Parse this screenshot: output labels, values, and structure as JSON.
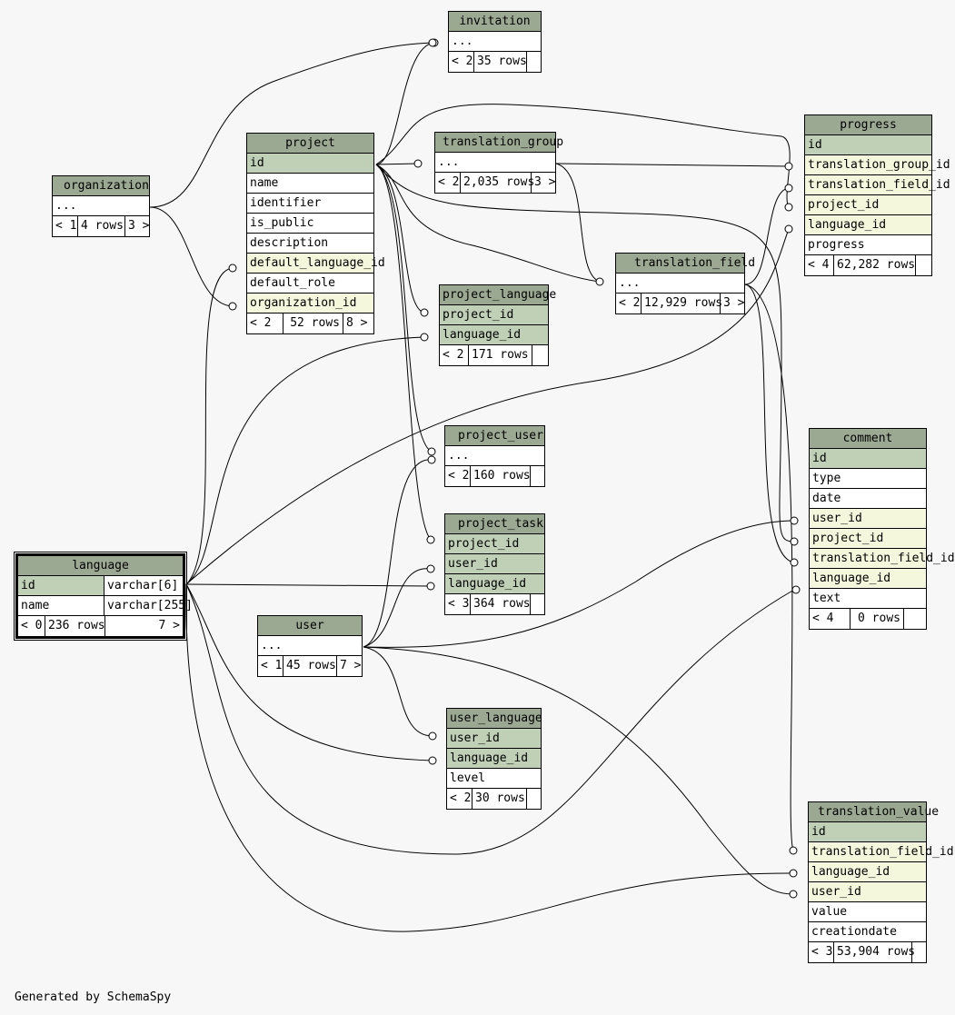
{
  "diagram": {
    "generator_label": "Generated by SchemaSpy",
    "colors": {
      "background": "#f7f7f7",
      "header": "#9ba992",
      "primary_key": "#bfd0b6",
      "foreign_key": "#f4f7dc",
      "column": "#ffffff"
    },
    "tables": {
      "invitation": {
        "name": "invitation",
        "rows": [
          {
            "label": "...",
            "kind": "plain"
          }
        ],
        "footer": {
          "parents": "< 2",
          "row_count": "35 rows",
          "children": ""
        }
      },
      "project": {
        "name": "project",
        "rows": [
          {
            "label": "id",
            "kind": "pk"
          },
          {
            "label": "name",
            "kind": "plain"
          },
          {
            "label": "identifier",
            "kind": "plain"
          },
          {
            "label": "is_public",
            "kind": "plain"
          },
          {
            "label": "description",
            "kind": "plain"
          },
          {
            "label": "default_language_id",
            "kind": "fk"
          },
          {
            "label": "default_role",
            "kind": "plain"
          },
          {
            "label": "organization_id",
            "kind": "fk"
          }
        ],
        "footer": {
          "parents": "< 2",
          "row_count": "52 rows",
          "children": "8 >"
        }
      },
      "translation_group": {
        "name": "translation_group",
        "rows": [
          {
            "label": "...",
            "kind": "plain"
          }
        ],
        "footer": {
          "parents": "< 2",
          "row_count": "2,035 rows",
          "children": "3 >"
        }
      },
      "progress": {
        "name": "progress",
        "rows": [
          {
            "label": "id",
            "kind": "pk"
          },
          {
            "label": "translation_group_id",
            "kind": "fk"
          },
          {
            "label": "translation_field_id",
            "kind": "fk"
          },
          {
            "label": "project_id",
            "kind": "fk"
          },
          {
            "label": "language_id",
            "kind": "fk"
          },
          {
            "label": "progress",
            "kind": "plain"
          }
        ],
        "footer": {
          "parents": "< 4",
          "row_count": "62,282 rows",
          "children": ""
        }
      },
      "organization": {
        "name": "organization",
        "rows": [
          {
            "label": "...",
            "kind": "plain"
          }
        ],
        "footer": {
          "parents": "< 1",
          "row_count": "4 rows",
          "children": "3 >"
        }
      },
      "translation_field": {
        "name": "translation_field",
        "rows": [
          {
            "label": "...",
            "kind": "plain"
          }
        ],
        "footer": {
          "parents": "< 2",
          "row_count": "12,929 rows",
          "children": "3 >"
        }
      },
      "project_language": {
        "name": "project_language",
        "rows": [
          {
            "label": "project_id",
            "kind": "pk"
          },
          {
            "label": "language_id",
            "kind": "pk"
          }
        ],
        "footer": {
          "parents": "< 2",
          "row_count": "171 rows",
          "children": ""
        }
      },
      "project_user": {
        "name": "project_user",
        "rows": [
          {
            "label": "...",
            "kind": "plain"
          }
        ],
        "footer": {
          "parents": "< 2",
          "row_count": "160 rows",
          "children": ""
        }
      },
      "project_task": {
        "name": "project_task",
        "rows": [
          {
            "label": "project_id",
            "kind": "pk"
          },
          {
            "label": "user_id",
            "kind": "pk"
          },
          {
            "label": "language_id",
            "kind": "pk"
          }
        ],
        "footer": {
          "parents": "< 3",
          "row_count": "364 rows",
          "children": ""
        }
      },
      "comment": {
        "name": "comment",
        "rows": [
          {
            "label": "id",
            "kind": "pk"
          },
          {
            "label": "type",
            "kind": "plain"
          },
          {
            "label": "date",
            "kind": "plain"
          },
          {
            "label": "user_id",
            "kind": "fk"
          },
          {
            "label": "project_id",
            "kind": "fk"
          },
          {
            "label": "translation_field_id",
            "kind": "fk"
          },
          {
            "label": "language_id",
            "kind": "fk"
          },
          {
            "label": "text",
            "kind": "plain"
          }
        ],
        "footer": {
          "parents": "< 4",
          "row_count": "0 rows",
          "children": ""
        }
      },
      "language": {
        "name": "language",
        "rows": [
          {
            "label": "id",
            "type": "varchar[6]",
            "kind": "pk"
          },
          {
            "label": "name",
            "type": "varchar[255]",
            "kind": "plain"
          }
        ],
        "footer": {
          "parents": "< 0",
          "row_count": "236 rows",
          "children": "7 >"
        }
      },
      "user": {
        "name": "user",
        "rows": [
          {
            "label": "...",
            "kind": "plain"
          }
        ],
        "footer": {
          "parents": "< 1",
          "row_count": "45 rows",
          "children": "7 >"
        }
      },
      "user_language": {
        "name": "user_language",
        "rows": [
          {
            "label": "user_id",
            "kind": "pk"
          },
          {
            "label": "language_id",
            "kind": "pk"
          },
          {
            "label": "level",
            "kind": "plain"
          }
        ],
        "footer": {
          "parents": "< 2",
          "row_count": "30 rows",
          "children": ""
        }
      },
      "translation_value": {
        "name": "translation_value",
        "rows": [
          {
            "label": "id",
            "kind": "pk"
          },
          {
            "label": "translation_field_id",
            "kind": "fk"
          },
          {
            "label": "language_id",
            "kind": "fk"
          },
          {
            "label": "user_id",
            "kind": "fk"
          },
          {
            "label": "value",
            "kind": "plain"
          },
          {
            "label": "creationdate",
            "kind": "plain"
          }
        ],
        "footer": {
          "parents": "< 3",
          "row_count": "53,904 rows",
          "children": ""
        }
      }
    },
    "relationships": [
      {
        "from": "organization",
        "to": "invitation"
      },
      {
        "from": "organization",
        "to": "project.organization_id"
      },
      {
        "from": "project",
        "to": "invitation"
      },
      {
        "from": "project",
        "to": "translation_group"
      },
      {
        "from": "project",
        "to": "translation_field"
      },
      {
        "from": "project",
        "to": "progress.project_id"
      },
      {
        "from": "project",
        "to": "project_language.project_id"
      },
      {
        "from": "project",
        "to": "project_user"
      },
      {
        "from": "project",
        "to": "project_task.project_id"
      },
      {
        "from": "project",
        "to": "comment.project_id"
      },
      {
        "from": "translation_group",
        "to": "progress.translation_group_id"
      },
      {
        "from": "translation_group",
        "to": "translation_field"
      },
      {
        "from": "translation_field",
        "to": "progress.translation_field_id"
      },
      {
        "from": "translation_field",
        "to": "comment.translation_field_id"
      },
      {
        "from": "translation_field",
        "to": "translation_value.translation_field_id"
      },
      {
        "from": "language",
        "to": "project.default_language_id"
      },
      {
        "from": "language",
        "to": "project_language.language_id"
      },
      {
        "from": "language",
        "to": "progress.language_id"
      },
      {
        "from": "language",
        "to": "project_task.language_id"
      },
      {
        "from": "language",
        "to": "user_language.language_id"
      },
      {
        "from": "language",
        "to": "comment.language_id"
      },
      {
        "from": "language",
        "to": "translation_value.language_id"
      },
      {
        "from": "user",
        "to": "project_user"
      },
      {
        "from": "user",
        "to": "project_task.user_id"
      },
      {
        "from": "user",
        "to": "user_language.user_id"
      },
      {
        "from": "user",
        "to": "comment.user_id"
      },
      {
        "from": "user",
        "to": "translation_value.user_id"
      }
    ]
  }
}
